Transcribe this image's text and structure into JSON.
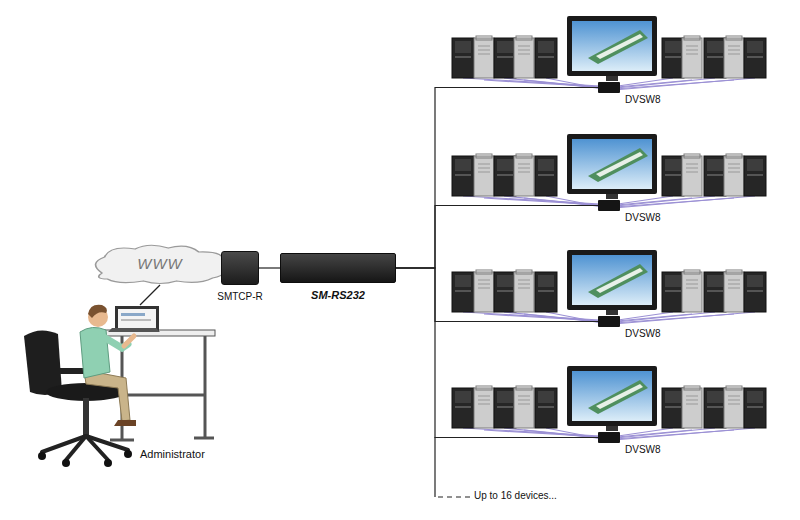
{
  "diagram": {
    "nodes": [
      {
        "text": [
          "WWW"
        ]
      },
      {
        "text": [
          "Administrator"
        ]
      },
      {
        "text": [
          "SMTCP-R"
        ]
      },
      {
        "text": [
          "SM-RS232"
        ]
      },
      {
        "text": [
          "DVSW8"
        ]
      },
      {
        "text": [
          "DVSW8"
        ]
      },
      {
        "text": [
          "DVSW8"
        ]
      },
      {
        "text": [
          "DVSW8"
        ]
      }
    ],
    "edges": [
      {
        "from": 1,
        "to": 0,
        "arrow": "none"
      },
      {
        "from": 0,
        "to": 2,
        "arrow": "none"
      },
      {
        "from": 2,
        "to": 3,
        "arrow": "none"
      },
      {
        "from": 3,
        "to": 4,
        "arrow": "none"
      },
      {
        "from": 3,
        "to": 5,
        "arrow": "none"
      },
      {
        "from": 3,
        "to": 6,
        "arrow": "none"
      },
      {
        "from": 3,
        "to": 7,
        "arrow": "none"
      }
    ],
    "labels": [
      "Up to 16 devices..."
    ]
  }
}
